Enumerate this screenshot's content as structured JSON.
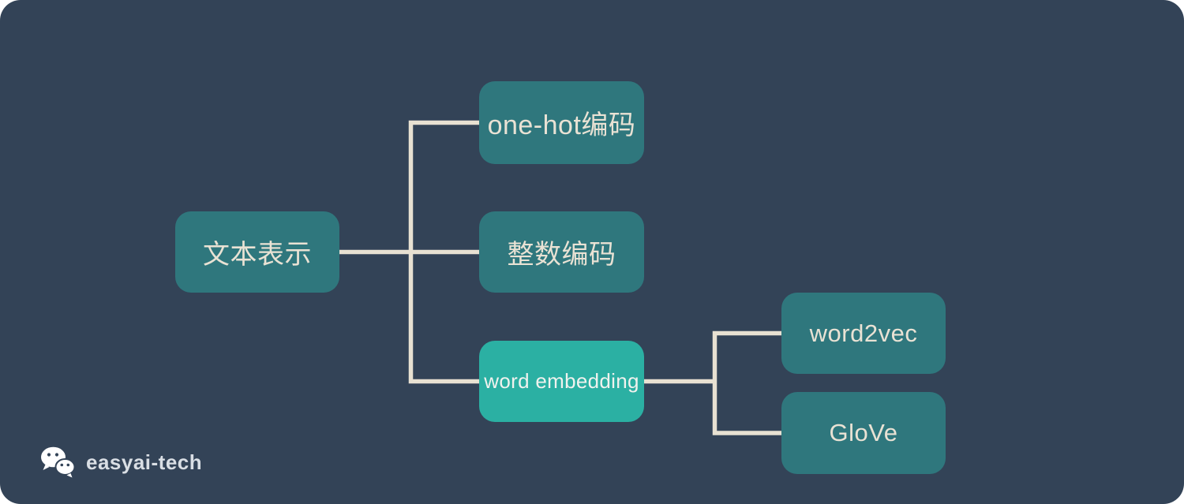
{
  "canvas": {
    "outer_background": "#ffffff"
  },
  "colors": {
    "bg": "#334357",
    "node-teal": "#2F777D",
    "node-bright": "#2BB0A3",
    "connector": "#E8E1D2",
    "node-text": "#E9E2D4",
    "bright-text": "#F0F2EE",
    "watermark-text": "#D9DEE4"
  },
  "diagram": {
    "root": {
      "label": "文本表示"
    },
    "children": [
      {
        "label": "one-hot编码"
      },
      {
        "label": "整数编码"
      },
      {
        "label": "word embedding",
        "highlighted": true,
        "children": [
          {
            "label": "word2vec"
          },
          {
            "label": "GloVe"
          }
        ]
      }
    ]
  },
  "watermark": {
    "icon": "wechat-icon",
    "label": "easyai-tech"
  }
}
